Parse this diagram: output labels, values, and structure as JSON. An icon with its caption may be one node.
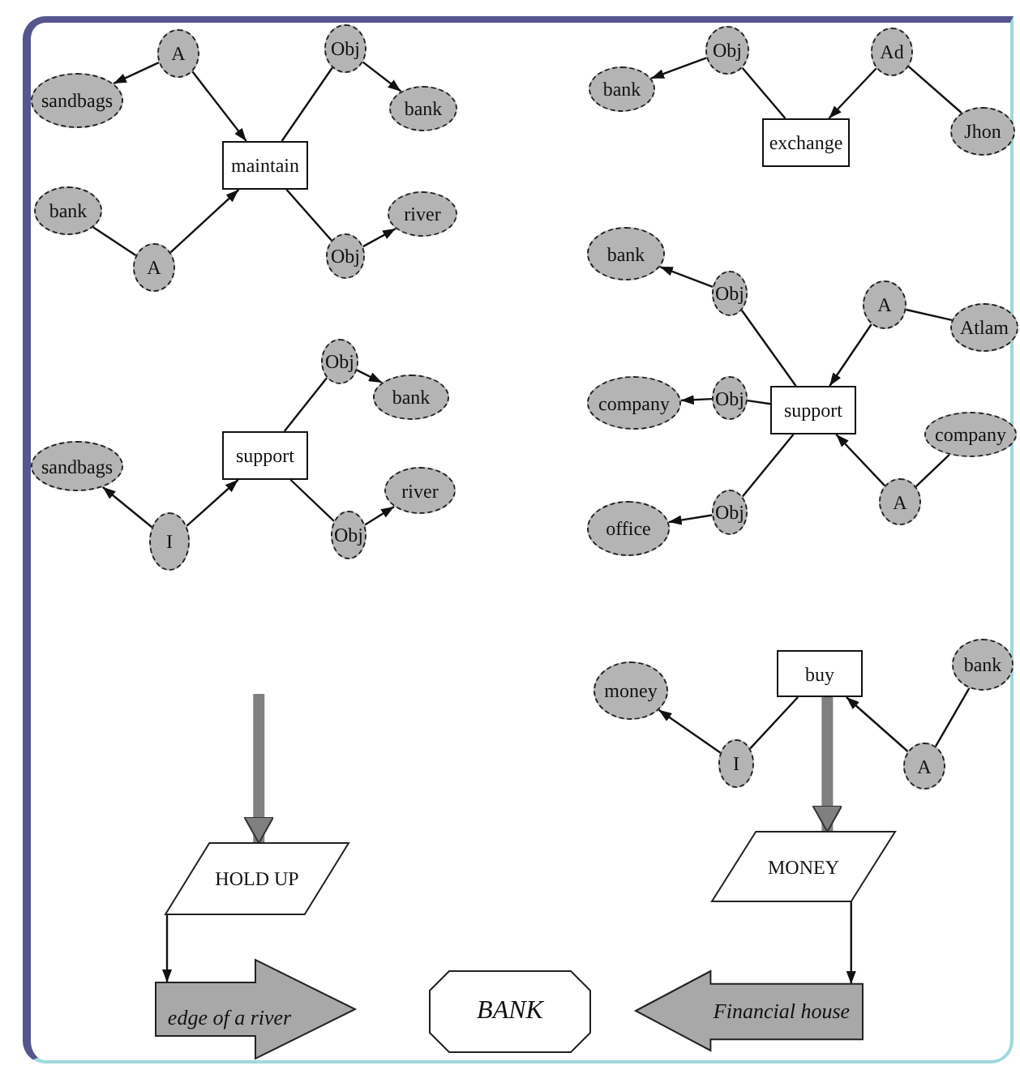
{
  "diagram": {
    "nodes": [
      {
        "text": [
          "maintain"
        ]
      },
      {
        "text": [
          "A"
        ]
      },
      {
        "text": [
          "sandbags"
        ]
      },
      {
        "text": [
          "bank"
        ]
      },
      {
        "text": [
          "A"
        ]
      },
      {
        "text": [
          "Obj"
        ]
      },
      {
        "text": [
          "bank"
        ]
      },
      {
        "text": [
          "Obj"
        ]
      },
      {
        "text": [
          "river"
        ]
      },
      {
        "text": [
          "exchange"
        ]
      },
      {
        "text": [
          "Obj"
        ]
      },
      {
        "text": [
          "bank"
        ]
      },
      {
        "text": [
          "Ad"
        ]
      },
      {
        "text": [
          "Jhon"
        ]
      },
      {
        "text": [
          "support"
        ]
      },
      {
        "text": [
          "sandbags"
        ]
      },
      {
        "text": [
          "I"
        ]
      },
      {
        "text": [
          "Obj"
        ]
      },
      {
        "text": [
          "bank"
        ]
      },
      {
        "text": [
          "Obj"
        ]
      },
      {
        "text": [
          "river"
        ]
      },
      {
        "text": [
          "support"
        ]
      },
      {
        "text": [
          "bank"
        ]
      },
      {
        "text": [
          "Obj"
        ]
      },
      {
        "text": [
          "company"
        ]
      },
      {
        "text": [
          "Obj"
        ]
      },
      {
        "text": [
          "office"
        ]
      },
      {
        "text": [
          "Obj"
        ]
      },
      {
        "text": [
          "A"
        ]
      },
      {
        "text": [
          "Atlam"
        ]
      },
      {
        "text": [
          "company"
        ]
      },
      {
        "text": [
          "A"
        ]
      },
      {
        "text": [
          "buy"
        ]
      },
      {
        "text": [
          "money"
        ]
      },
      {
        "text": [
          "I"
        ]
      },
      {
        "text": [
          "A"
        ]
      },
      {
        "text": [
          "bank"
        ]
      },
      {
        "text": [
          "HOLD UP"
        ]
      },
      {
        "text": [
          "MONEY"
        ]
      },
      {
        "text": [
          "edge of a river"
        ]
      },
      {
        "text": [
          "BANK"
        ]
      },
      {
        "text": [
          "Financial house"
        ]
      }
    ],
    "edges": [
      {
        "from": 1,
        "to": 2,
        "arrow": "to"
      },
      {
        "from": 1,
        "to": 0,
        "arrow": "to"
      },
      {
        "from": 3,
        "to": 4,
        "arrow": "none"
      },
      {
        "from": 4,
        "to": 0,
        "arrow": "to"
      },
      {
        "from": 0,
        "to": 5,
        "arrow": "none"
      },
      {
        "from": 5,
        "to": 6,
        "arrow": "to"
      },
      {
        "from": 0,
        "to": 7,
        "arrow": "none"
      },
      {
        "from": 7,
        "to": 8,
        "arrow": "to"
      },
      {
        "from": 10,
        "to": 11,
        "arrow": "to"
      },
      {
        "from": 9,
        "to": 10,
        "arrow": "none"
      },
      {
        "from": 12,
        "to": 9,
        "arrow": "to"
      },
      {
        "from": 13,
        "to": 12,
        "arrow": "none"
      },
      {
        "from": 16,
        "to": 15,
        "arrow": "to"
      },
      {
        "from": 16,
        "to": 14,
        "arrow": "to"
      },
      {
        "from": 14,
        "to": 17,
        "arrow": "none"
      },
      {
        "from": 17,
        "to": 18,
        "arrow": "to"
      },
      {
        "from": 14,
        "to": 19,
        "arrow": "none"
      },
      {
        "from": 19,
        "to": 20,
        "arrow": "to"
      },
      {
        "from": 23,
        "to": 22,
        "arrow": "to"
      },
      {
        "from": 21,
        "to": 23,
        "arrow": "none"
      },
      {
        "from": 25,
        "to": 24,
        "arrow": "to"
      },
      {
        "from": 21,
        "to": 25,
        "arrow": "none"
      },
      {
        "from": 27,
        "to": 26,
        "arrow": "to"
      },
      {
        "from": 21,
        "to": 27,
        "arrow": "none"
      },
      {
        "from": 28,
        "to": 21,
        "arrow": "to"
      },
      {
        "from": 29,
        "to": 28,
        "arrow": "none"
      },
      {
        "from": 31,
        "to": 21,
        "arrow": "to"
      },
      {
        "from": 30,
        "to": 31,
        "arrow": "none"
      },
      {
        "from": 34,
        "to": 33,
        "arrow": "to"
      },
      {
        "from": 34,
        "to": 32,
        "arrow": "none"
      },
      {
        "from": 35,
        "to": 32,
        "arrow": "to"
      },
      {
        "from": 35,
        "to": 36,
        "arrow": "none"
      },
      {
        "from": null,
        "to": 37,
        "arrow": "to",
        "style": "thick",
        "color": "#808080"
      },
      {
        "from": 32,
        "to": 38,
        "arrow": "to",
        "style": "thick",
        "color": "#808080"
      },
      {
        "from": 37,
        "to": 39,
        "arrow": "to"
      },
      {
        "from": 38,
        "to": 41,
        "arrow": "to"
      }
    ]
  }
}
